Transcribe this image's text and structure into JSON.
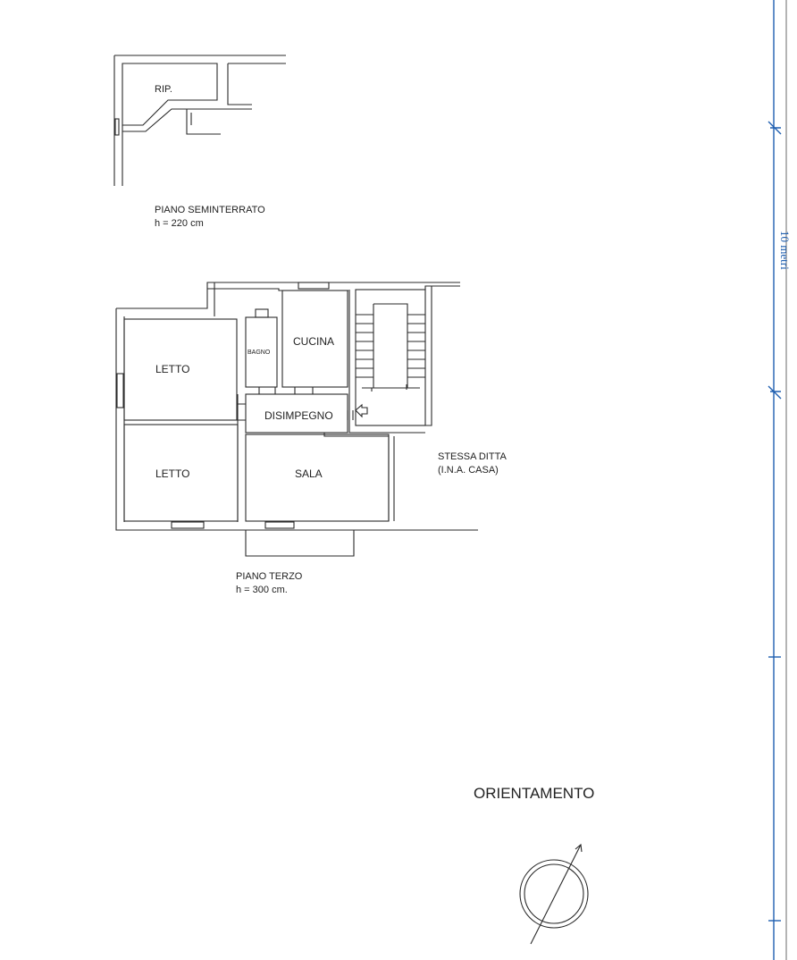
{
  "basement": {
    "room_rip": "RIP.",
    "title": "PIANO SEMINTERRATO",
    "height": "h = 220 cm"
  },
  "third_floor": {
    "rooms": {
      "letto_top": "LETTO",
      "letto_bottom": "LETTO",
      "bagno": "BAGNO",
      "cucina": "CUCINA",
      "disimpegno": "DISIMPEGNO",
      "sala": "SALA"
    },
    "neighbor_line1": "STESSA DITTA",
    "neighbor_line2": "(I.N.A. CASA)",
    "title": "PIANO TERZO",
    "height": "h = 300 cm."
  },
  "scale": {
    "label": "10 metri"
  },
  "orientation": {
    "title": "ORIENTAMENTO"
  },
  "colors": {
    "lines": "#2a2a2a",
    "scale_bar": "#1f5fb0"
  }
}
